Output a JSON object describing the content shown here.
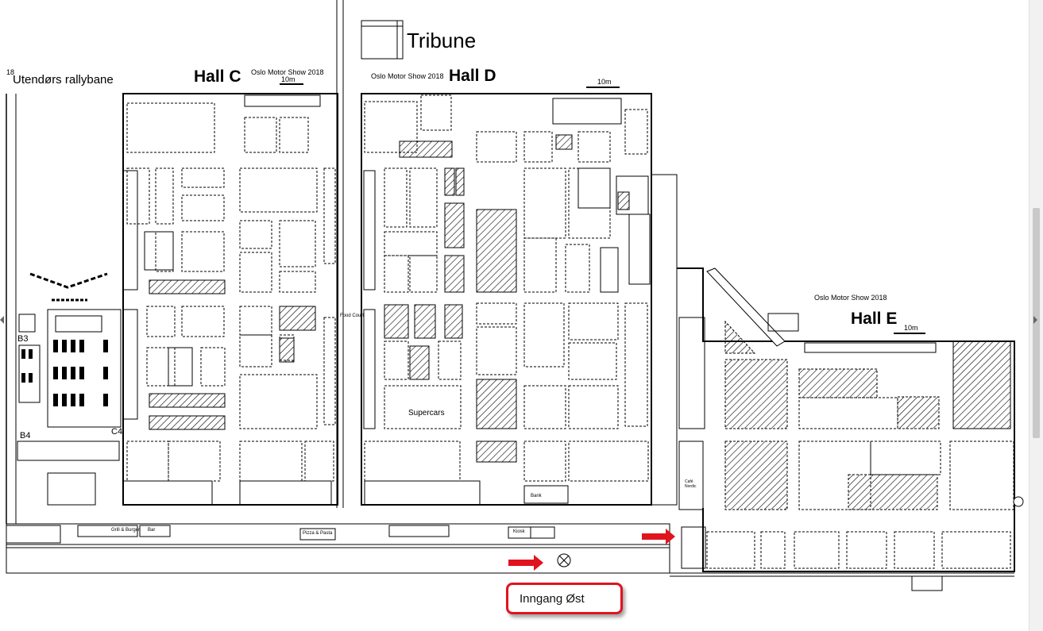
{
  "labels": {
    "tribune": "Tribune",
    "outdoor": "Utendørs rallybane",
    "outdoor_num": "18",
    "hall_c": "Hall C",
    "hall_d": "Hall D",
    "hall_e": "Hall E",
    "show_c": "Oslo Motor Show 2018",
    "show_d": "Oslo Motor Show 2018",
    "show_e": "Oslo Motor Show 2018",
    "scale_c": "10m",
    "scale_d": "10m",
    "scale_e": "10m",
    "b3": "B3",
    "b4": "B4",
    "c4": "C4",
    "supercars": "Supercars",
    "food_court": "Food Court",
    "cafe": "Café Nordic",
    "pizza": "Pizza & Pasta",
    "grill": "Grill & Burger",
    "bar": "Bar",
    "kiosk": "Kiosk",
    "bank": "Bank",
    "entrance": "Inngang Øst"
  },
  "colors": {
    "accent_red": "#e0141e",
    "line": "#000000"
  }
}
